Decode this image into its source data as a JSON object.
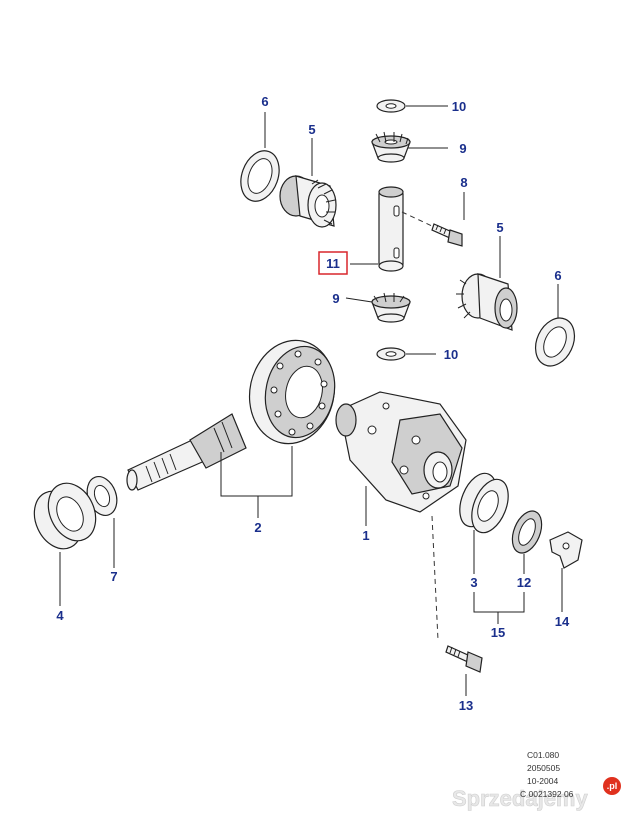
{
  "callouts": {
    "c6a": "6",
    "c5a": "5",
    "c10a": "10",
    "c9a": "9",
    "c8": "8",
    "c5b": "5",
    "c11": "11",
    "c9b": "9",
    "c6b": "6",
    "c10b": "10",
    "c2": "2",
    "c1": "1",
    "c4": "4",
    "c7": "7",
    "c3": "3",
    "c12": "12",
    "c15": "15",
    "c14": "14",
    "c13": "13"
  },
  "highlight_color": "#d9262c",
  "callout_color": "#1a2f8c",
  "reference": {
    "line1": "C01.080",
    "line2": "2050505",
    "line3": "10-2004",
    "line4": "C 0021392 06"
  },
  "watermark": {
    "text": "Sprzedajemy",
    "badge": ".pl"
  }
}
